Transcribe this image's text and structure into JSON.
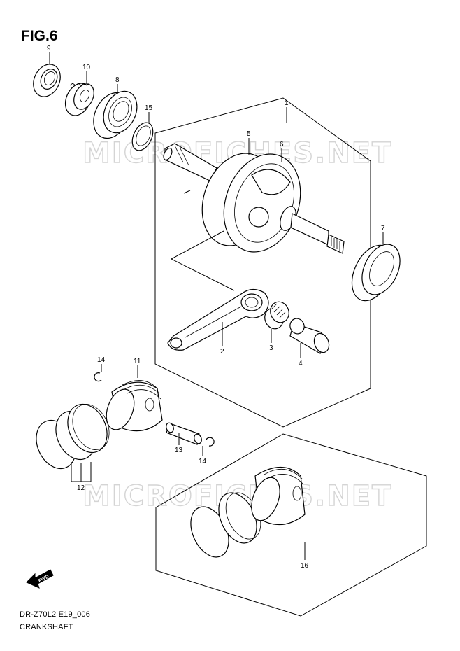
{
  "figure": {
    "title": "FIG.6",
    "model_code": "DR-Z70L2 E19_006",
    "name": "CRANKSHAFT",
    "watermark": "MICROFICHES.NET",
    "forward_label": "FWD"
  },
  "callouts": {
    "c1": "1",
    "c2": "2",
    "c3": "3",
    "c4": "4",
    "c5": "5",
    "c6": "6",
    "c7": "7",
    "c8": "8",
    "c9": "9",
    "c10": "10",
    "c11": "11",
    "c12": "12",
    "c13": "13",
    "c14a": "14",
    "c14b": "14",
    "c15": "15",
    "c16": "16"
  }
}
